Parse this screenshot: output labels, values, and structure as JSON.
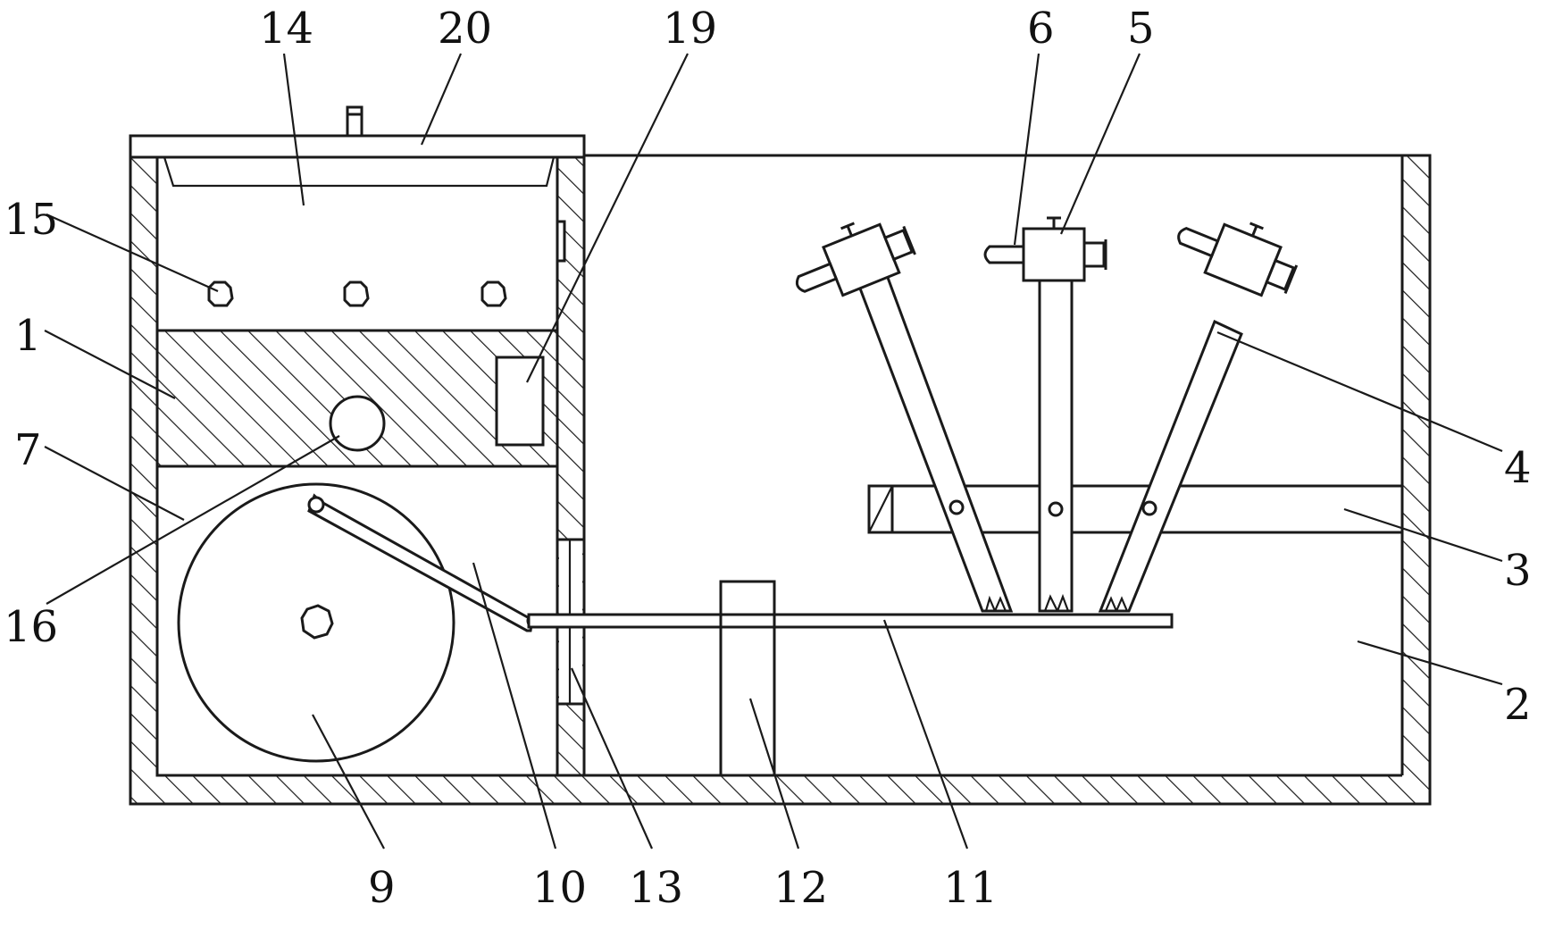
{
  "labels": {
    "l14": "14",
    "l20": "20",
    "l19": "19",
    "l6": "6",
    "l5": "5",
    "l15": "15",
    "l1": "1",
    "l7": "7",
    "l16": "16",
    "l4": "4",
    "l3": "3",
    "l2": "2",
    "l9": "9",
    "l10": "10",
    "l13": "13",
    "l12": "12",
    "l11": "11"
  }
}
